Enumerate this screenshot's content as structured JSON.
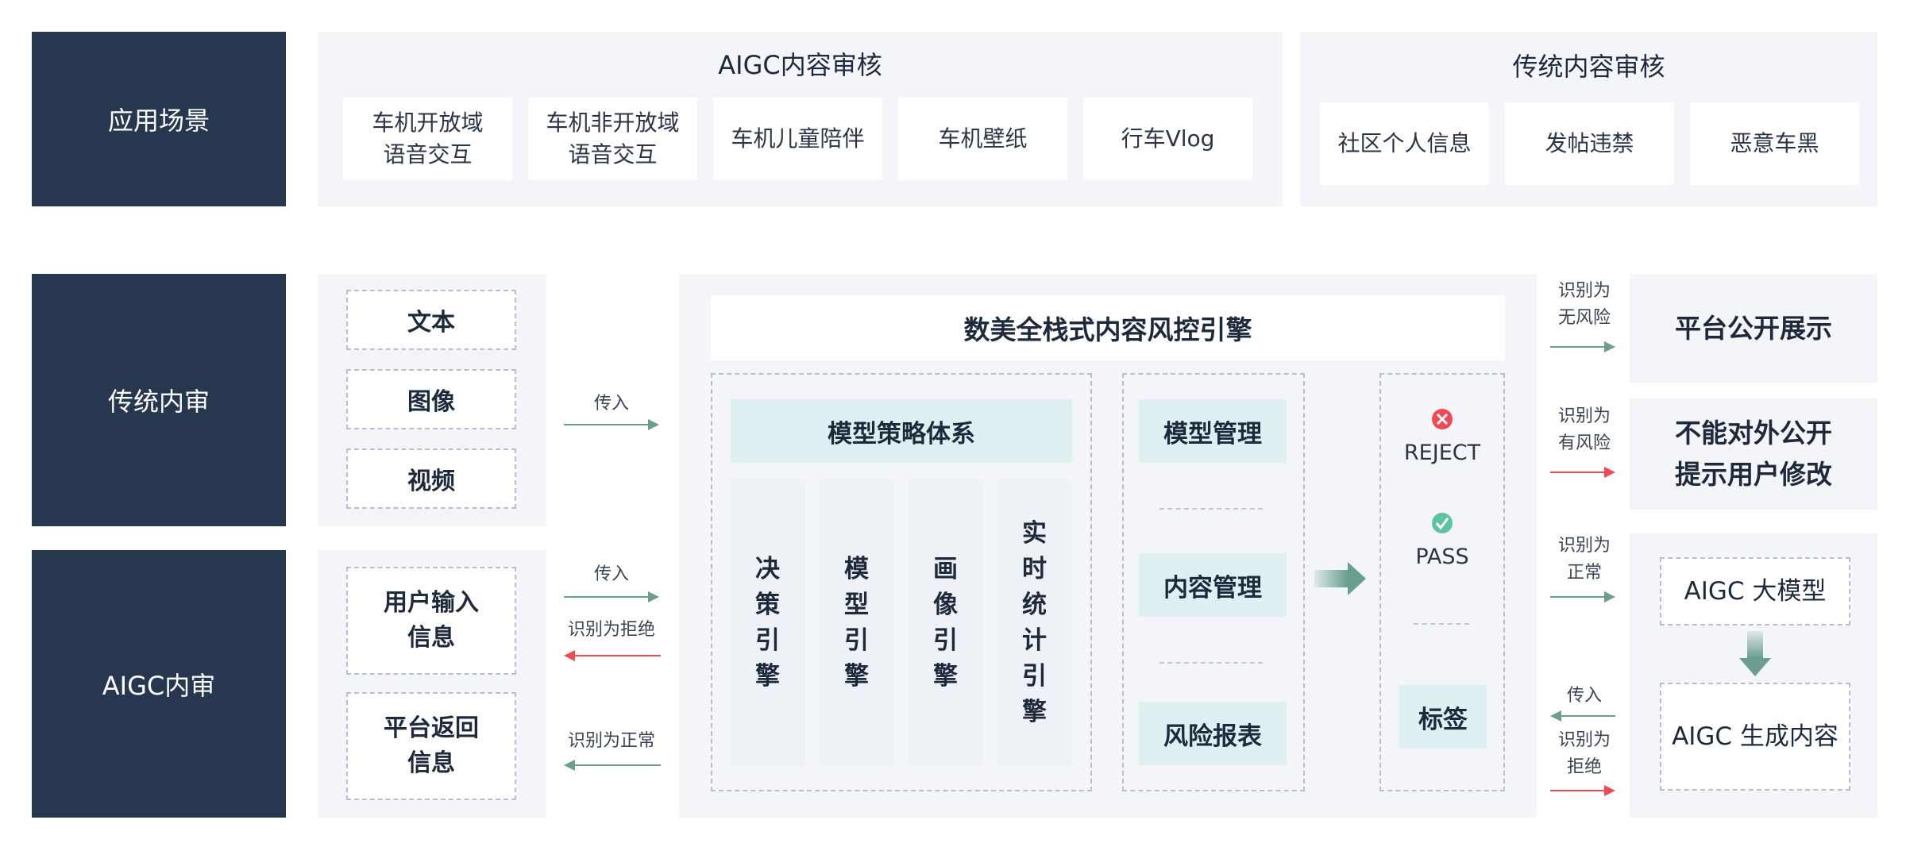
{
  "rows": {
    "scene": "应用场景",
    "traditional": "传统内审",
    "aigc": "AIGC内审"
  },
  "aigc_review": {
    "title": "AIGC内容审核",
    "items": [
      {
        "l1": "车机开放域",
        "l2": "语音交互"
      },
      {
        "l1": "车机非开放域",
        "l2": "语音交互"
      },
      {
        "l1": "车机儿童陪伴",
        "l2": ""
      },
      {
        "l1": "车机壁纸",
        "l2": ""
      },
      {
        "l1": "行车Vlog",
        "l2": ""
      }
    ]
  },
  "traditional_review": {
    "title": "传统内容审核",
    "items": [
      "社区个人信息",
      "发帖违禁",
      "恶意车黑"
    ]
  },
  "inputs": {
    "types": [
      "文本",
      "图像",
      "视频"
    ],
    "user_input": {
      "l1": "用户输入",
      "l2": "信息"
    },
    "platform_return": {
      "l1": "平台返回",
      "l2": "信息"
    }
  },
  "arrows": {
    "pass_in": "传入",
    "pass_in_2": "传入",
    "rejected": "识别为拒绝",
    "normal": "识别为正常",
    "no_risk": {
      "l1": "识别为",
      "l2": "无风险"
    },
    "has_risk": {
      "l1": "识别为",
      "l2": "有风险"
    },
    "is_normal": {
      "l1": "识别为",
      "l2": "正常"
    },
    "pass_in_3": "传入",
    "is_reject": {
      "l1": "识别为",
      "l2": "拒绝"
    }
  },
  "engine": {
    "title": "数美全栈式内容风控引擎",
    "strategy": {
      "title": "模型策略体系",
      "columns": [
        "决策引擎",
        "模型引擎",
        "画像引擎",
        "实时统计引擎"
      ]
    },
    "management": [
      "模型管理",
      "内容管理",
      "风险报表"
    ],
    "results": {
      "reject": "REJECT",
      "pass": "PASS",
      "tag": "标签"
    }
  },
  "outputs": {
    "public": "平台公开展示",
    "no_public": {
      "l1": "不能对外公开",
      "l2": "提示用户修改"
    },
    "model": "AIGC 大模型",
    "generated": "AIGC 生成内容"
  },
  "colors": {
    "dark": "#27374f",
    "green_arrow": "#6b9e8f",
    "red_arrow": "#ef4b55",
    "teal_box": "#dff0f3",
    "reject_icon": "#ef4b55",
    "pass_icon": "#5ec3a0"
  }
}
